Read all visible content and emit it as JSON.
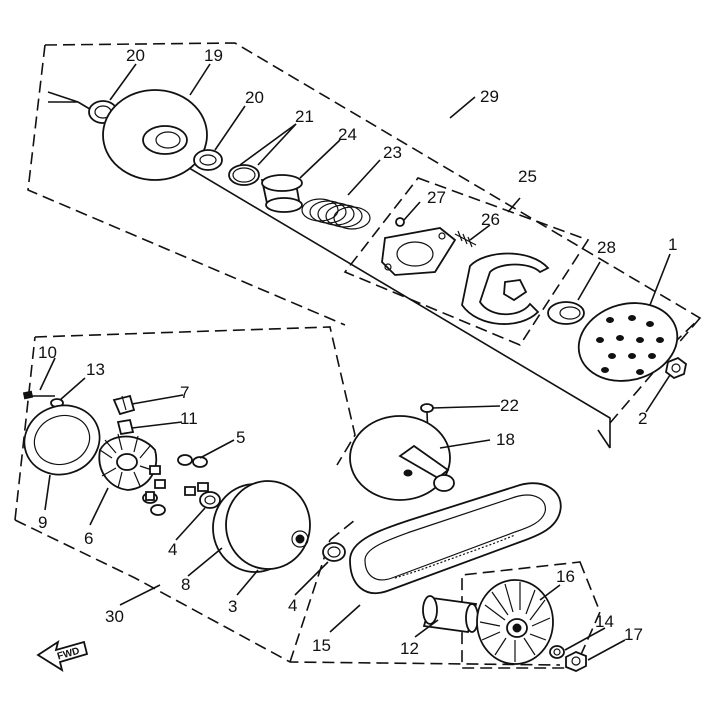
{
  "labels": {
    "p1": "1",
    "p2": "2",
    "p3": "3",
    "p4a": "4",
    "p4b": "4",
    "p5": "5",
    "p6": "6",
    "p7": "7",
    "p8": "8",
    "p9": "9",
    "p10": "10",
    "p11": "11",
    "p12": "12",
    "p13": "13",
    "p14": "14",
    "p15": "15",
    "p16": "16",
    "p17": "17",
    "p18": "18",
    "p19": "19",
    "p20a": "20",
    "p20b": "20",
    "p21": "21",
    "p22": "22",
    "p23": "23",
    "p24": "24",
    "p25": "25",
    "p26": "26",
    "p27": "27",
    "p28": "28",
    "p29": "29",
    "p30": "30"
  },
  "fwd_label": "FWD"
}
